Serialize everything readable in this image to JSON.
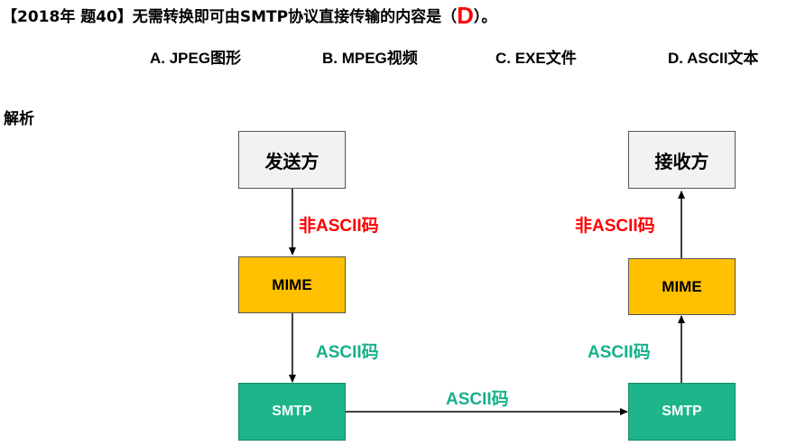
{
  "question": {
    "prefix": "【2018年 题40】无需转换即可由SMTP协议直接传输的内容是（",
    "answer": "D",
    "suffix": "）。"
  },
  "options": [
    "A. JPEG图形",
    "B. MPEG视频",
    "C. EXE文件",
    "D. ASCII文本"
  ],
  "section_title": "解析",
  "diagram": {
    "sender": "发送方",
    "receiver": "接收方",
    "mime_left": "MIME",
    "mime_right": "MIME",
    "smtp_left": "SMTP",
    "smtp_right": "SMTP",
    "label_non_ascii_left": "非ASCII码",
    "label_non_ascii_right": "非ASCII码",
    "label_ascii_left": "ASCII码",
    "label_ascii_right": "ASCII码",
    "label_ascii_middle": "ASCII码",
    "colors": {
      "mime": "#ffc000",
      "smtp": "#1eb58a",
      "party": "#f2f2f2",
      "non_ascii_text": "#ff0000",
      "ascii_text": "#17b08a"
    }
  }
}
